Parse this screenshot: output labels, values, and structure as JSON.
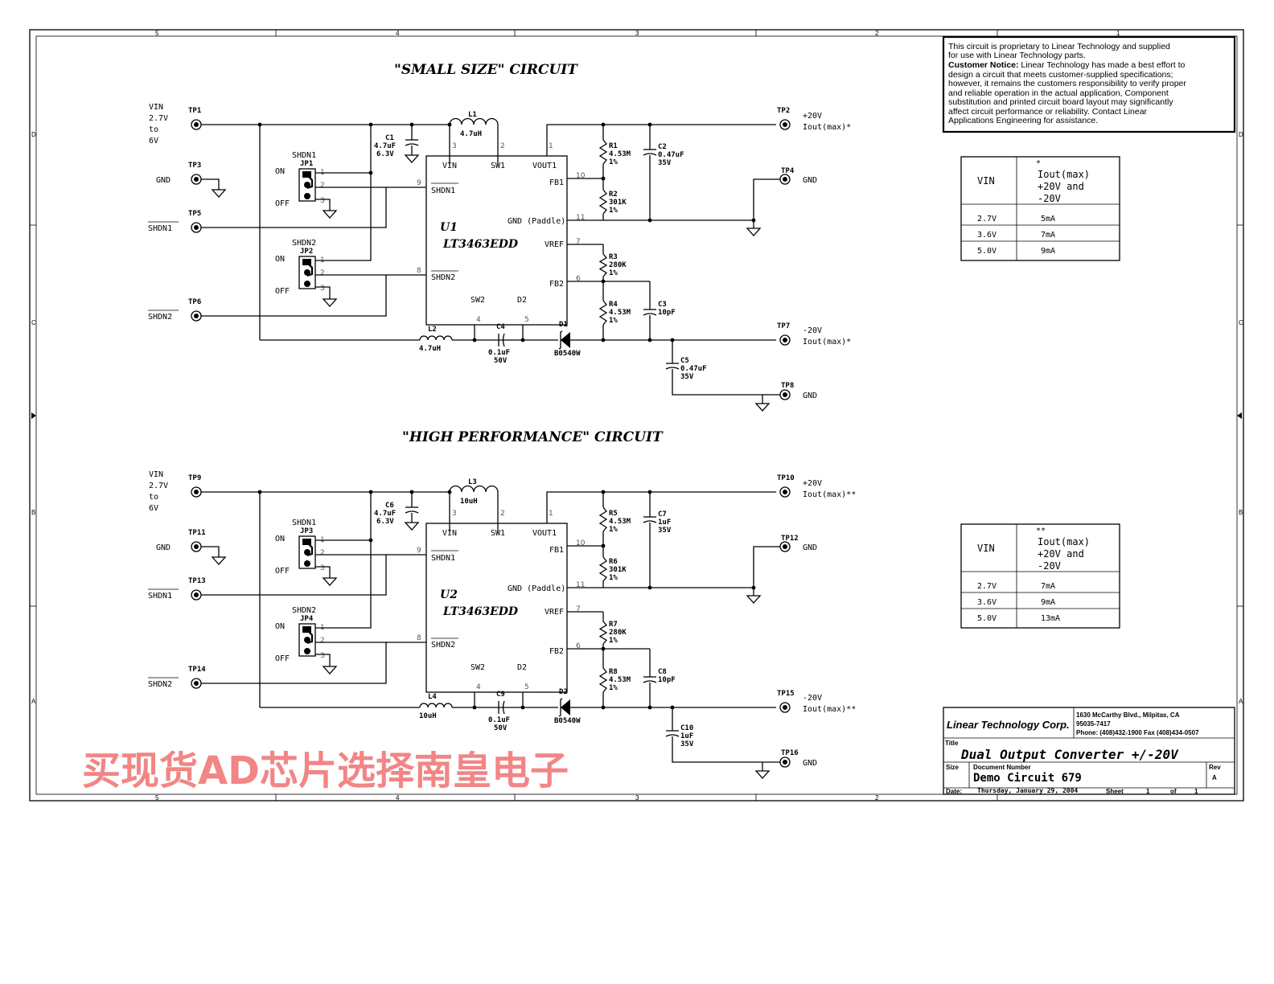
{
  "zone_cols": [
    "5",
    "4",
    "3",
    "2",
    "1"
  ],
  "zone_rows": [
    "D",
    "C",
    "B",
    "A"
  ],
  "notice": {
    "lines": [
      "This circuit is proprietary to Linear Technology and supplied",
      "for use with Linear Technology parts.",
      "Customer Notice:",
      " Linear Technology has made a best effort to",
      "design a circuit that meets customer-supplied specifications;",
      "however, it remains the customers responsibility to verify proper",
      "and reliable operation in the actual application, Component",
      "substitution and printed circuit board layout may significantly",
      "affect circuit performance or reliability. Contact Linear",
      "Applications Engineering for assistance."
    ]
  },
  "circuits": [
    {
      "title": "\"SMALL SIZE\" CIRCUIT",
      "vin_label": [
        "VIN",
        "2.7V",
        "to",
        "6V"
      ],
      "tp_in": "TP1",
      "tp_gnd": "TP3",
      "tp_shdn1": "TP5",
      "tp_shdn2": "TP6",
      "gnd": "GND",
      "shdn1": "SHDN1",
      "shdn2": "SHDN2",
      "jp1": {
        "title": "SHDN1",
        "ref": "JP1"
      },
      "jp2": {
        "title": "SHDN2",
        "ref": "JP2"
      },
      "on": "ON",
      "off": "OFF",
      "c_in": {
        "ref": "C1",
        "v1": "4.7uF",
        "v2": "6.3V"
      },
      "l_top": {
        "ref": "L1",
        "val": "4.7uH"
      },
      "ic": {
        "ref": "U1",
        "part": "LT3463EDD",
        "vin": "VIN",
        "sw1": "SW1",
        "vout1": "VOUT1",
        "fb1": "FB1",
        "shdn1": "SHDN1",
        "gnd": "GND (Paddle)",
        "vref": "VREF",
        "shdn2": "SHDN2",
        "fb2": "FB2",
        "sw2": "SW2",
        "d2": "D2"
      },
      "r1": {
        "ref": "R1",
        "v1": "4.53M",
        "v2": "1%"
      },
      "r2": {
        "ref": "R2",
        "v1": "301K",
        "v2": "1%"
      },
      "r3": {
        "ref": "R3",
        "v1": "280K",
        "v2": "1%"
      },
      "r4": {
        "ref": "R4",
        "v1": "4.53M",
        "v2": "1%"
      },
      "c_out1": {
        "ref": "C2",
        "v1": "0.47uF",
        "v2": "35V"
      },
      "c_fb": {
        "ref": "C3",
        "v1": "10pF"
      },
      "l_bot": {
        "ref": "L2",
        "val": "4.7uH"
      },
      "c_fly": {
        "ref": "C4",
        "v1": "0.1uF",
        "v2": "50V"
      },
      "diode": {
        "ref": "D1",
        "val": "B0540W"
      },
      "c_out2": {
        "ref": "C5",
        "v1": "0.47uF",
        "v2": "35V"
      },
      "tp_pos": "TP2",
      "tp_gnd2": "TP4",
      "tp_neg": "TP7",
      "tp_gnd3": "TP8",
      "pos_label": "+20V",
      "pos_iout": "Iout(max)*",
      "neg_label": "-20V",
      "neg_iout": "Iout(max)*",
      "pins": {
        "p3": "3",
        "p2": "2",
        "p1": "1",
        "p10": "10",
        "p9": "9",
        "p11": "11",
        "p7": "7",
        "p8": "8",
        "p6": "6",
        "p4": "4",
        "p5": "5"
      },
      "table": {
        "h1": "VIN",
        "mark": "*",
        "h2": [
          "Iout(max)",
          "+20V and",
          "-20V"
        ],
        "rows": [
          [
            "2.7V",
            "5mA"
          ],
          [
            "3.6V",
            "7mA"
          ],
          [
            "5.0V",
            "9mA"
          ]
        ]
      }
    },
    {
      "title": "\"HIGH PERFORMANCE\" CIRCUIT",
      "vin_label": [
        "VIN",
        "2.7V",
        "to",
        "6V"
      ],
      "tp_in": "TP9",
      "tp_gnd": "TP11",
      "tp_shdn1": "TP13",
      "tp_shdn2": "TP14",
      "gnd": "GND",
      "shdn1": "SHDN1",
      "shdn2": "SHDN2",
      "jp1": {
        "title": "SHDN1",
        "ref": "JP3"
      },
      "jp2": {
        "title": "SHDN2",
        "ref": "JP4"
      },
      "on": "ON",
      "off": "OFF",
      "c_in": {
        "ref": "C6",
        "v1": "4.7uF",
        "v2": "6.3V"
      },
      "l_top": {
        "ref": "L3",
        "val": "10uH"
      },
      "ic": {
        "ref": "U2",
        "part": "LT3463EDD",
        "vin": "VIN",
        "sw1": "SW1",
        "vout1": "VOUT1",
        "fb1": "FB1",
        "shdn1": "SHDN1",
        "gnd": "GND (Paddle)",
        "vref": "VREF",
        "shdn2": "SHDN2",
        "fb2": "FB2",
        "sw2": "SW2",
        "d2": "D2"
      },
      "r1": {
        "ref": "R5",
        "v1": "4.53M",
        "v2": "1%"
      },
      "r2": {
        "ref": "R6",
        "v1": "301K",
        "v2": "1%"
      },
      "r3": {
        "ref": "R7",
        "v1": "280K",
        "v2": "1%"
      },
      "r4": {
        "ref": "R8",
        "v1": "4.53M",
        "v2": "1%"
      },
      "c_out1": {
        "ref": "C7",
        "v1": "1uF",
        "v2": "35V"
      },
      "c_fb": {
        "ref": "C8",
        "v1": "10pF"
      },
      "l_bot": {
        "ref": "L4",
        "val": "10uH"
      },
      "c_fly": {
        "ref": "C9",
        "v1": "0.1uF",
        "v2": "50V"
      },
      "diode": {
        "ref": "D2",
        "val": "B0540W"
      },
      "c_out2": {
        "ref": "C10",
        "v1": "1uF",
        "v2": "35V"
      },
      "tp_pos": "TP10",
      "tp_gnd2": "TP12",
      "tp_neg": "TP15",
      "tp_gnd3": "TP16",
      "pos_label": "+20V",
      "pos_iout": "Iout(max)**",
      "neg_label": "-20V",
      "neg_iout": "Iout(max)**",
      "pins": {
        "p3": "3",
        "p2": "2",
        "p1": "1",
        "p10": "10",
        "p9": "9",
        "p11": "11",
        "p7": "7",
        "p8": "8",
        "p6": "6",
        "p4": "4",
        "p5": "5"
      },
      "table": {
        "h1": "VIN",
        "mark": "**",
        "h2": [
          "Iout(max)",
          "+20V and",
          "-20V"
        ],
        "rows": [
          [
            "2.7V",
            "7mA"
          ],
          [
            "3.6V",
            "9mA"
          ],
          [
            "5.0V",
            "13mA"
          ]
        ]
      }
    }
  ],
  "title_block": {
    "company": "Linear Technology Corp.",
    "address1": "1630 McCarthy Blvd., Milpitas, CA",
    "address2": "95035-7417",
    "phone": "Phone: (408)432-1900 Fax (408)434-0507",
    "title_label": "Title",
    "title": "Dual Output Converter +/-20V",
    "size_label": "Size",
    "docnum_label": "Document Number",
    "docnum": "Demo Circuit 679",
    "rev_label": "Rev",
    "rev": "A",
    "date_label": "Date:",
    "date": "Thursday, January 29, 2004",
    "sheet_label": "Sheet",
    "sheet": "1",
    "of_label": "of",
    "sheets": "1"
  },
  "watermark": "买现货AD芯片选择南皇电子"
}
